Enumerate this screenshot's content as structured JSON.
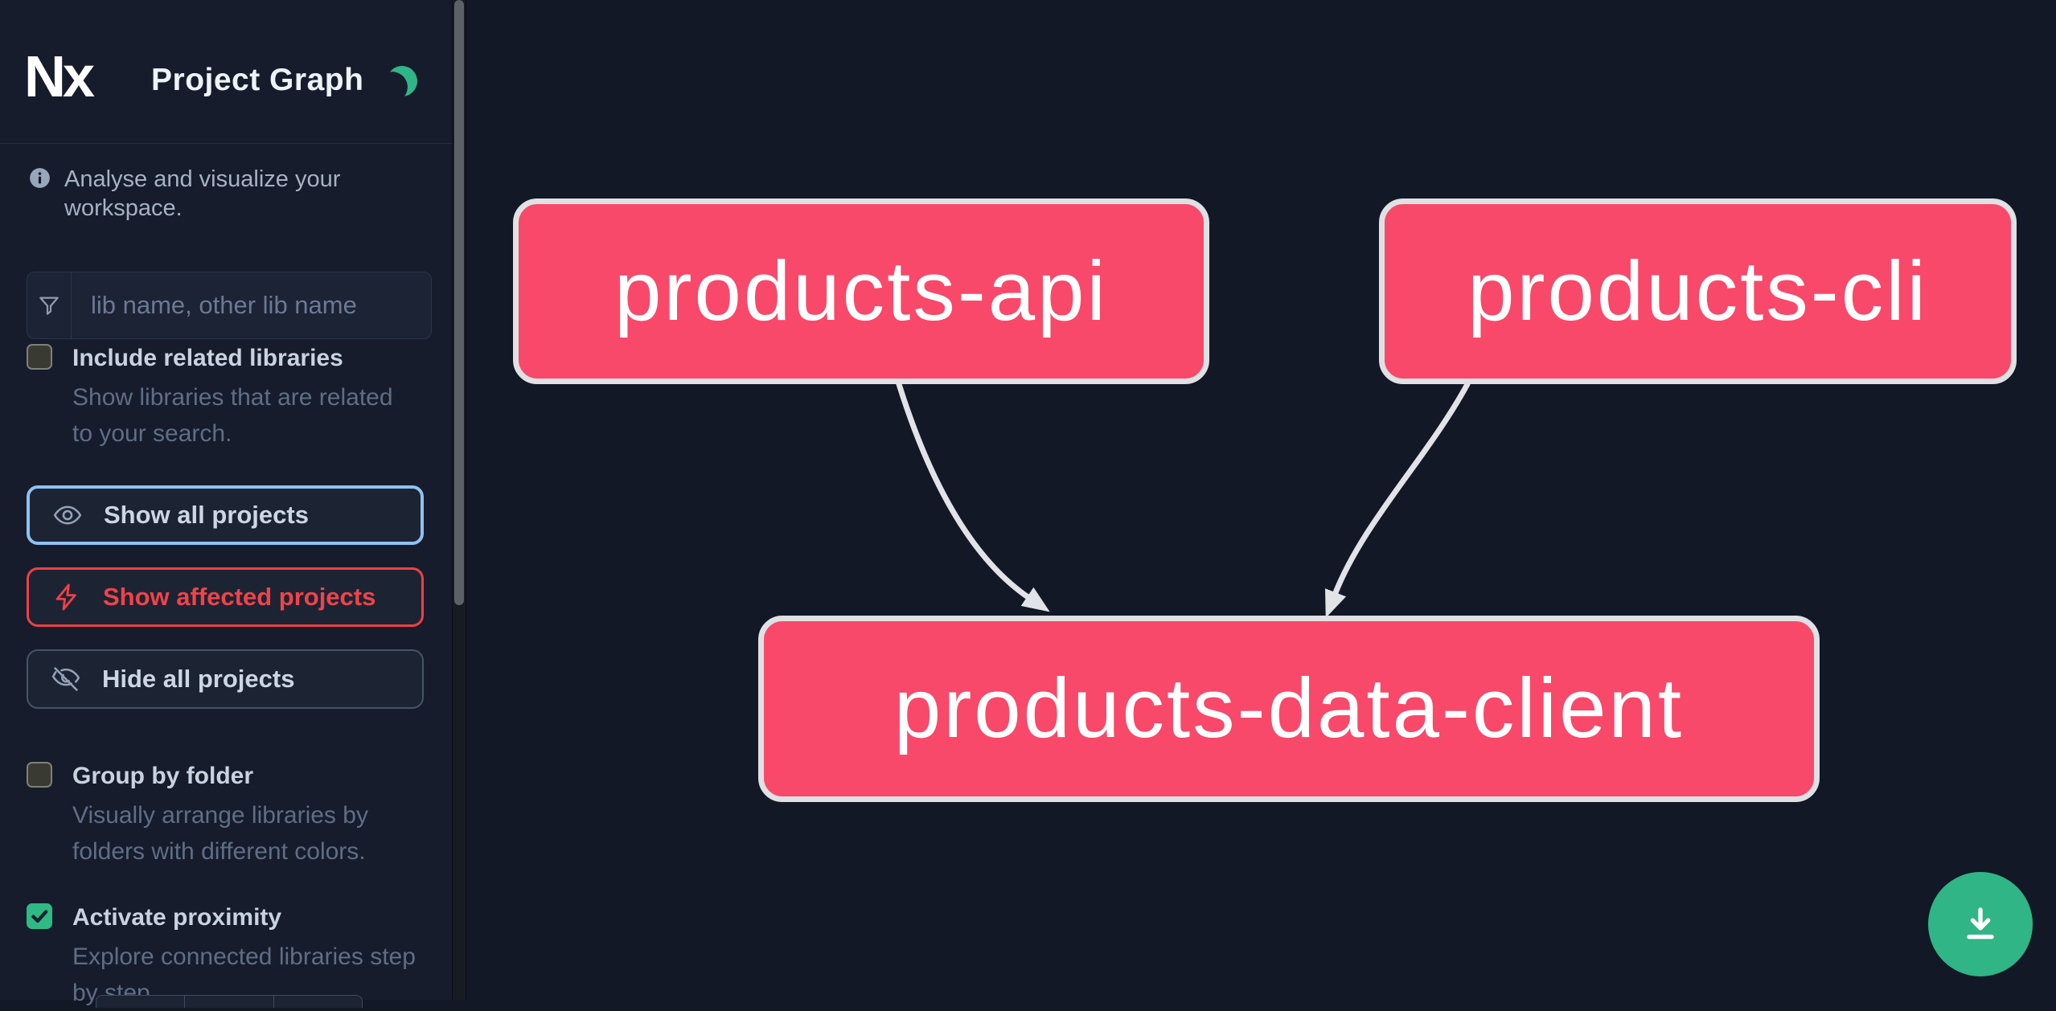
{
  "header": {
    "logo_text": "Nx",
    "title": "Project Graph",
    "theme_icon": "moon-icon"
  },
  "sidebar": {
    "tagline": "Analyse and visualize your workspace.",
    "search": {
      "placeholder": "lib name, other lib name",
      "value": "",
      "icon": "filter-icon"
    },
    "filters": [
      {
        "id": "include-related",
        "label": "Include related libraries",
        "description": "Show libraries that are related to your search.",
        "checked": false
      },
      {
        "id": "group-by-folder",
        "label": "Group by folder",
        "description": "Visually arrange libraries by folders with different colors.",
        "checked": false
      },
      {
        "id": "activate-proximity",
        "label": "Activate proximity",
        "description": "Explore connected libraries step by step.",
        "checked": true
      }
    ],
    "buttons": [
      {
        "id": "show-all",
        "label": "Show all projects",
        "icon": "eye-icon",
        "accent": "#8fc1f4"
      },
      {
        "id": "show-affected",
        "label": "Show affected projects",
        "icon": "bolt-icon",
        "accent": "#ee4046"
      },
      {
        "id": "hide-all",
        "label": "Hide all projects",
        "icon": "eye-off-icon",
        "accent": "#455468"
      }
    ]
  },
  "graph": {
    "nodes": [
      {
        "id": "products-api",
        "label": "products-api"
      },
      {
        "id": "products-cli",
        "label": "products-cli"
      },
      {
        "id": "products-data-client",
        "label": "products-data-client"
      }
    ],
    "edges": [
      {
        "from": "products-api",
        "to": "products-data-client"
      },
      {
        "from": "products-cli",
        "to": "products-data-client"
      }
    ],
    "colors": {
      "node_fill": "#f8496a",
      "node_border": "#dfe1e4",
      "edge": "#e2e3e6",
      "background": "#121826"
    }
  },
  "fab": {
    "icon": "download-icon",
    "color": "#30b586"
  },
  "theme": {
    "accent_green": "#30b586",
    "accent_blue": "#8fc1f4",
    "accent_red": "#ee4046",
    "sidebar_bg": "#161c2b"
  }
}
